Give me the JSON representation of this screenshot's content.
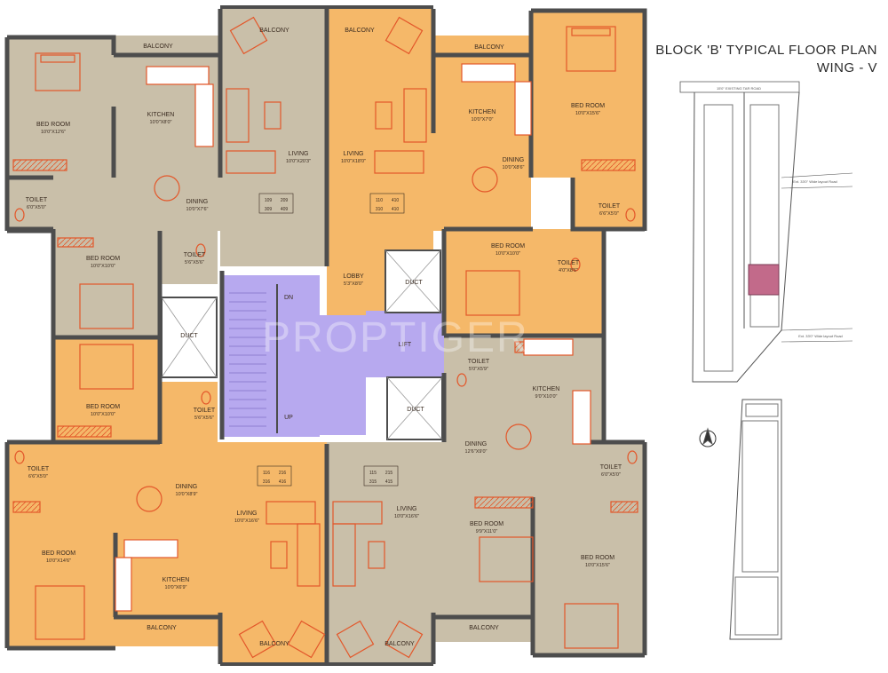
{
  "title": {
    "line1": "BLOCK 'B' TYPICAL FLOOR PLAN",
    "line2": "WING - V"
  },
  "watermark": "PROPTIGER",
  "colors": {
    "orange_unit": "#f5b869",
    "grey_unit": "#c9bfa9",
    "wall": "#4d4d4d",
    "core": "#ffffff",
    "stair": "#b7a9ef",
    "furniture": "#e3572a"
  },
  "rooms": {
    "tl_bed_name": "BED ROOM",
    "tl_bed_dim": "10'0\"X12'6\"",
    "tl_kit_name": "KITCHEN",
    "tl_kit_dim": "10'0\"X8'0\"",
    "tl_bal": "BALCONY",
    "tl_toilet_name": "TOILET",
    "tl_toilet_dim": "6'0\"X5'0\"",
    "tl_dining_name": "DINING",
    "tl_dining_dim": "10'0\"X7'6\"",
    "tl_living_name": "LIVING",
    "tl_living_dim": "10'0\"X20'3\"",
    "tl_bed2_name": "BED ROOM",
    "tl_bed2_dim": "10'0\"X10'0\"",
    "tl_toilet2_name": "TOILET",
    "tl_toilet2_dim": "5'6\"X5'6\"",
    "top_bal_a": "BALCONY",
    "top_bal_b": "BALCONY",
    "tr_bal": "BALCONY",
    "tr_living_name": "LIVING",
    "tr_living_dim": "10'0\"X18'0\"",
    "tr_kit_name": "KITCHEN",
    "tr_kit_dim": "10'0\"X7'0\"",
    "tr_bed_name": "BED ROOM",
    "tr_bed_dim": "10'0\"X15'6\"",
    "tr_dining_name": "DINING",
    "tr_dining_dim": "10'0\"X8'6\"",
    "tr_toilet_name": "TOILET",
    "tr_toilet_dim": "6'6\"X5'0\"",
    "tr_bed2_name": "BED ROOM",
    "tr_bed2_dim": "10'0\"X10'0\"",
    "tr_toilet2_name": "TOILET",
    "tr_toilet2_dim": "4'0\"X8'6\"",
    "lobby_name": "LOBBY",
    "lobby_dim": "5'3\"X8'0\"",
    "duct_a": "DUCT",
    "duct_b": "DUCT",
    "duct_c": "DUCT",
    "lift": "LIFT",
    "stair_dn": "DN",
    "stair_up": "UP",
    "ml_bed_name": "BED ROOM",
    "ml_bed_dim": "10'0\"X10'0\"",
    "ml_toilet_name": "TOILET",
    "ml_toilet_dim": "5'6\"X5'6\"",
    "mr_toilet_name": "TOILET",
    "mr_toilet_dim": "5'0\"X5'9\"",
    "mr_kit_name": "KITCHEN",
    "mr_kit_dim": "9'0\"X10'0\"",
    "mr_dining_name": "DINING",
    "mr_dining_dim": "12'6\"X9'0\"",
    "bl_toilet_name": "TOILET",
    "bl_toilet_dim": "6'6\"X5'0\"",
    "bl_dining_name": "DINING",
    "bl_dining_dim": "10'0\"X8'9\"",
    "bl_bed_name": "BED ROOM",
    "bl_bed_dim": "10'0\"X14'6\"",
    "bl_kit_name": "KITCHEN",
    "bl_kit_dim": "10'0\"X6'9\"",
    "bl_living_name": "LIVING",
    "bl_living_dim": "10'0\"X16'6\"",
    "bl_bal": "BALCONY",
    "bot_bal_a": "BALCONY",
    "bot_bal_b": "BALCONY",
    "br_living_name": "LIVING",
    "br_living_dim": "10'0\"X16'6\"",
    "br_bed_name": "BED ROOM",
    "br_bed_dim": "9'9\"X11'0\"",
    "br_bed2_name": "BED ROOM",
    "br_bed2_dim": "10'0\"X15'6\"",
    "br_toilet_name": "TOILET",
    "br_toilet_dim": "6'0\"X5'0\"",
    "br_bal": "BALCONY"
  },
  "unit_codes": {
    "tl": [
      "109",
      "209",
      "309",
      "409"
    ],
    "tr": [
      "110",
      "410",
      "310",
      "410"
    ],
    "bl": [
      "116",
      "216",
      "316",
      "416"
    ],
    "br": [
      "115",
      "215",
      "315",
      "415"
    ]
  },
  "site": {
    "road_top": "15'0\" EXISTING TAR ROAD",
    "road_mid": "Ext. 33'0\" Wide layout Road",
    "road_low": "Ext. 33'0\" Wide layout Road"
  }
}
